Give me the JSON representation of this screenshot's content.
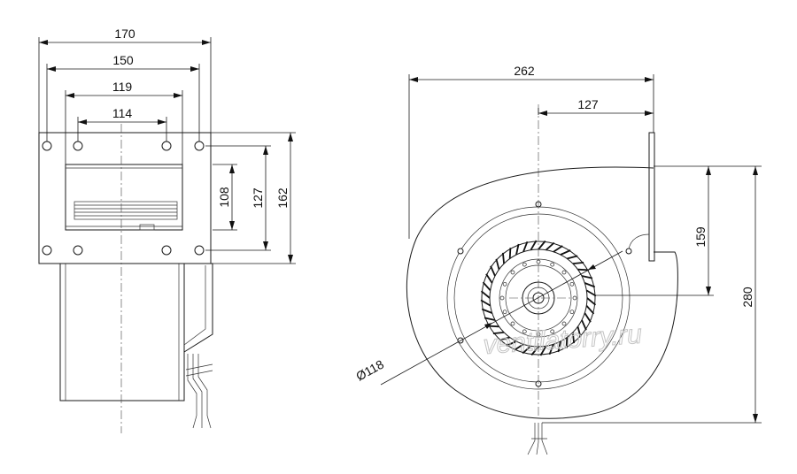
{
  "side_view": {
    "dimensions": {
      "d170": "170",
      "d150": "150",
      "d119": "119",
      "d114": "114",
      "d108": "108",
      "d127": "127",
      "d162": "162"
    }
  },
  "front_view": {
    "dimensions": {
      "d262": "262",
      "d127": "127",
      "d159": "159",
      "d280": "280",
      "diameter": "Ø118"
    }
  },
  "watermark": "ventilatorry.ru",
  "colors": {
    "line": "#1a1a1a",
    "watermark": "#c4c4c4",
    "background": "#ffffff"
  }
}
